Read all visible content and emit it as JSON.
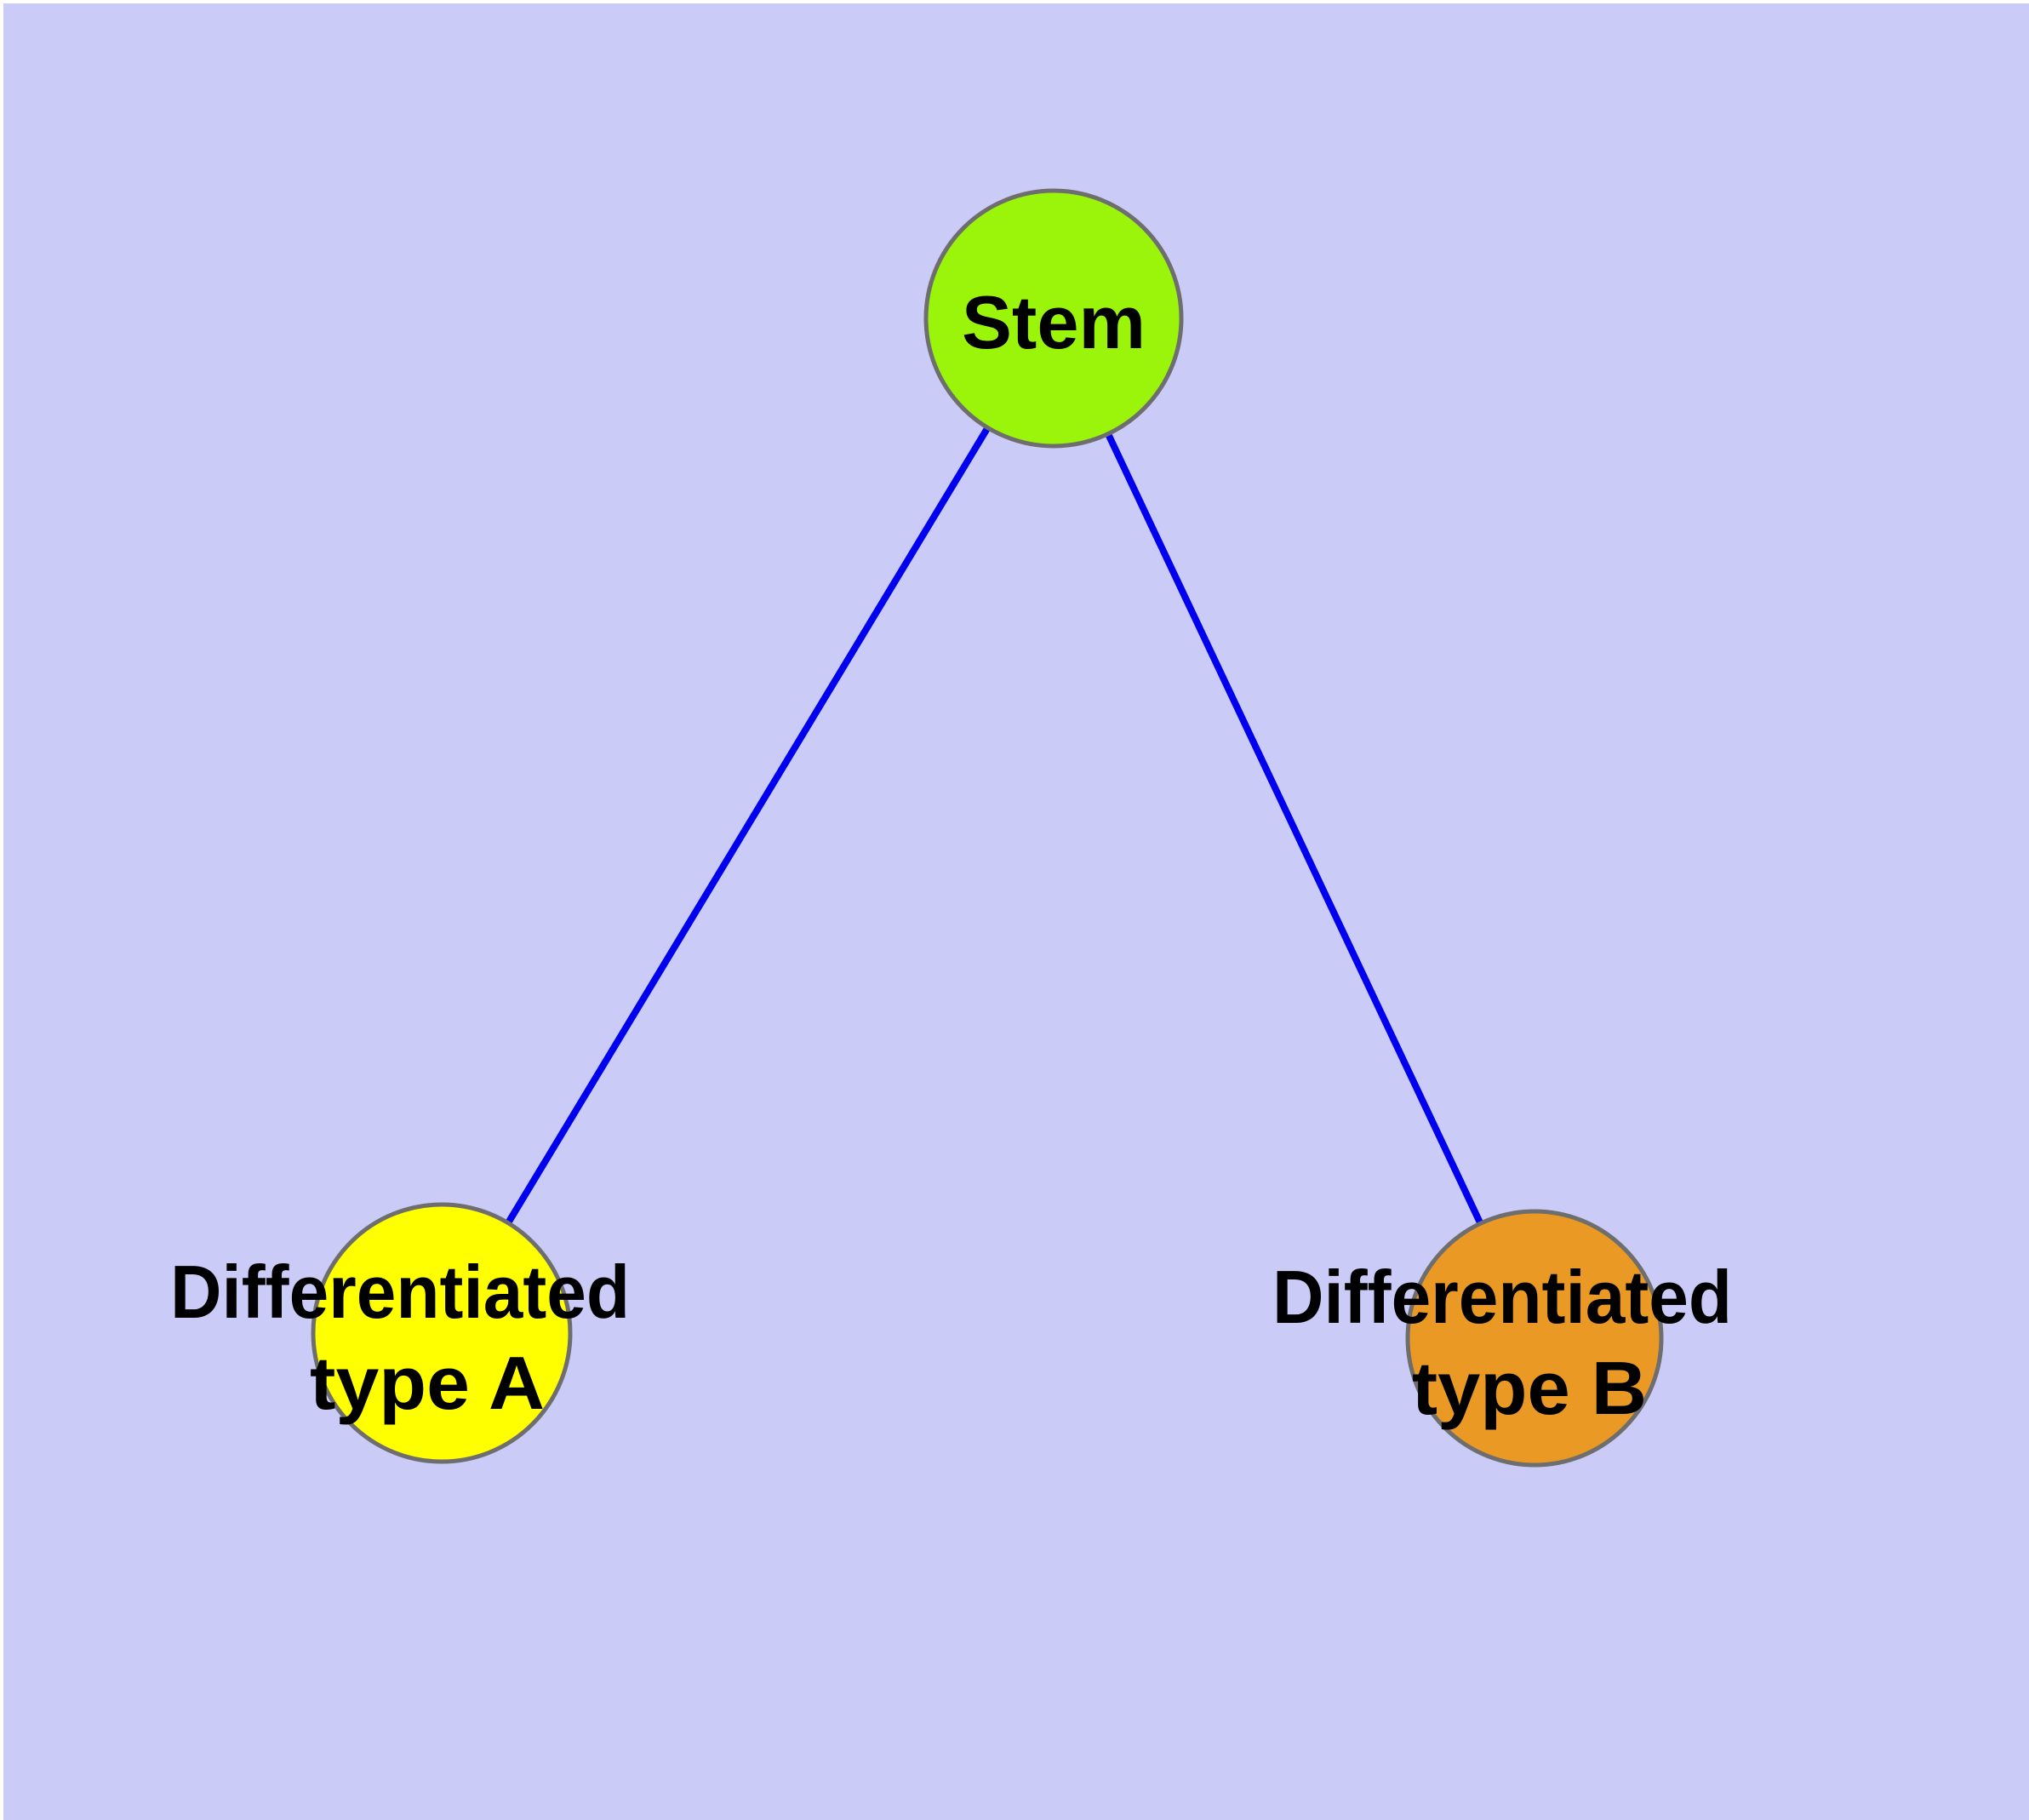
{
  "diagram": {
    "type": "node-link-graph",
    "background_color": "#CBCBF7",
    "margin_color": "#FFFFFF",
    "edge_color": "#0000EE",
    "node_border_color": "#6E6E6E",
    "label_color": "#000000",
    "nodes": [
      {
        "id": "stem",
        "label": "Stem",
        "fill": "#9BF50A"
      },
      {
        "id": "differentiated-type-a",
        "label_line1": "Differentiated",
        "label_line2": "type A",
        "fill": "#FFFF00"
      },
      {
        "id": "differentiated-type-b",
        "label_line1": "Differentiated",
        "label_line2": "type B",
        "fill": "#E99924"
      }
    ],
    "edges": [
      {
        "from": "Stem",
        "to": "Differentiated type A"
      },
      {
        "from": "Stem",
        "to": "Differentiated type B"
      }
    ]
  }
}
